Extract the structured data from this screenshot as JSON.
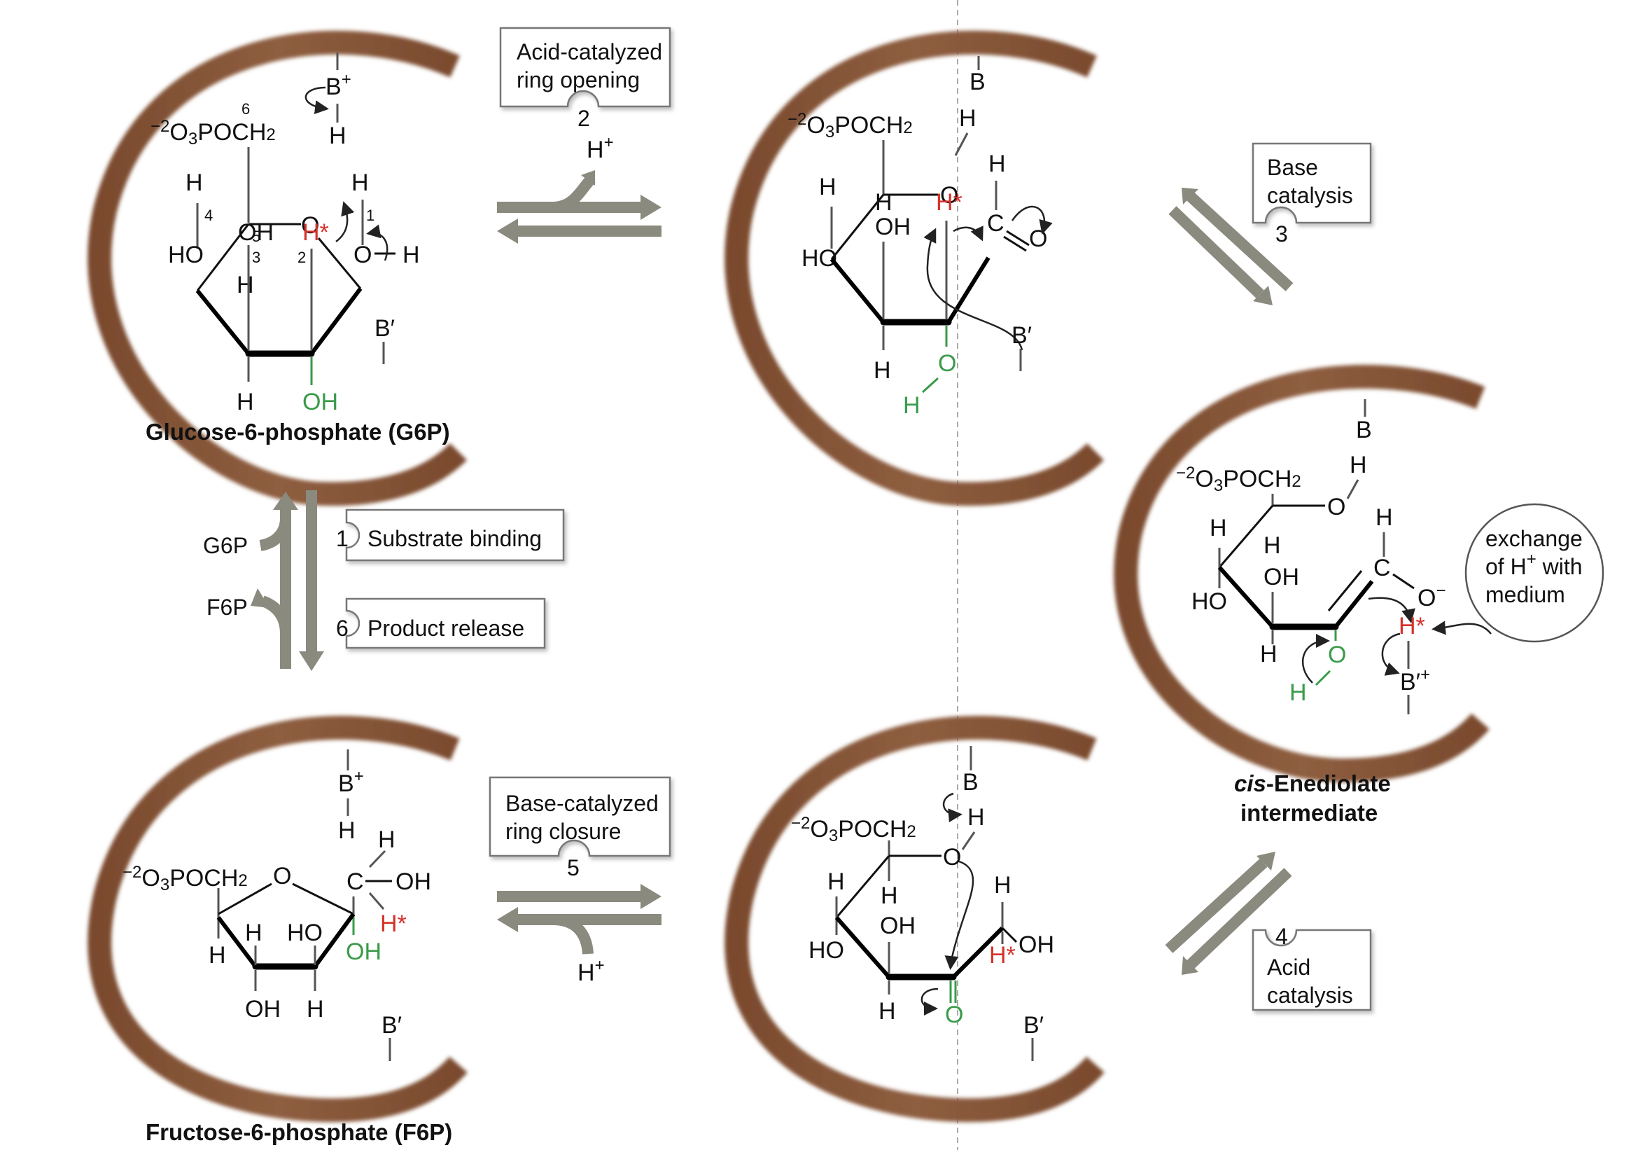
{
  "colors": {
    "enzyme_brown": "#8b5a3c",
    "arrow_gray": "#8a8a7e",
    "highlight_red": "#d6312b",
    "highlight_green": "#3a9b4a"
  },
  "labels": {
    "g6p": "Glucose-6-phosphate (G6P)",
    "f6p": "Fructose-6-phosphate (F6P)",
    "cis_prefix": "cis",
    "enediolate_rest": "-Enediolate",
    "enediolate_line2": "intermediate"
  },
  "steps": [
    {
      "number": "1",
      "text": "Substrate binding"
    },
    {
      "number": "2",
      "line1": "Acid-catalyzed",
      "line2": "ring opening"
    },
    {
      "number": "3",
      "line1": "Base",
      "line2": "catalysis"
    },
    {
      "number": "4",
      "line1": "Acid",
      "line2": "catalysis"
    },
    {
      "number": "5",
      "line1": "Base-catalyzed",
      "line2": "ring closure"
    },
    {
      "number": "6",
      "text": "Product release"
    }
  ],
  "side_labels": {
    "g6p": "G6P",
    "f6p": "F6P"
  },
  "exchange_bubble": {
    "line1": "exchange",
    "line2a": "of H",
    "line2b": "+",
    "line2c": " with",
    "line3": "medium"
  },
  "atoms": {
    "H": "H",
    "O": "O",
    "C": "C",
    "OH": "OH",
    "HO": "HO",
    "Hstar": "H*",
    "B": "B",
    "Bplus": "B",
    "plus": "+",
    "Bprime": "B′",
    "Bprimeplus": "B′",
    "Ominus": "O",
    "minus": "−",
    "phosphate_charge": "−2",
    "phosphate_o3": "O",
    "phosphate_3": "3",
    "phosphate_poch": "POCH",
    "phosphate_2": "2",
    "Hplus": "H",
    "n1": "1",
    "n2": "2",
    "n3": "3",
    "n4": "4",
    "n5": "5",
    "n6": "6"
  }
}
